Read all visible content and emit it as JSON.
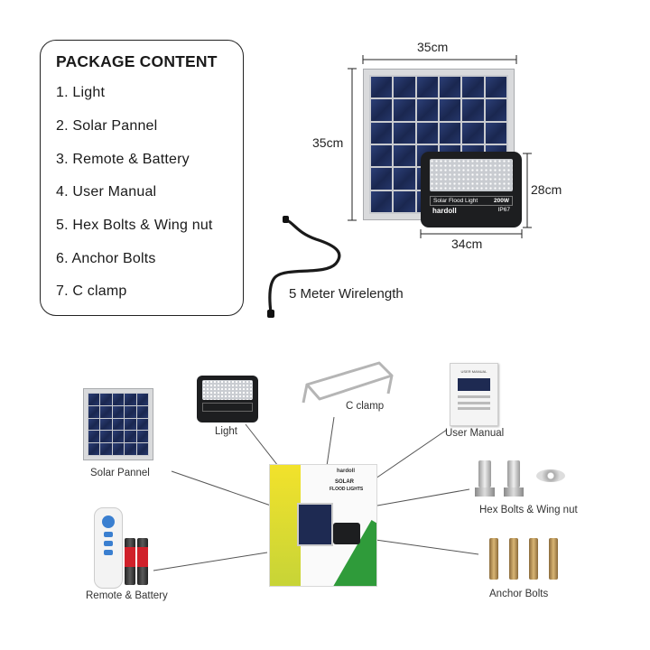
{
  "package": {
    "title": "PACKAGE CONTENT",
    "items": [
      "1. Light",
      "2. Solar Pannel",
      "3. Remote & Battery",
      "4. User Manual",
      "5. Hex Bolts & Wing nut",
      "6. Anchor Bolts",
      "7. C clamp"
    ]
  },
  "dimensions": {
    "panel_width": "35cm",
    "panel_height": "35cm",
    "light_height": "28cm",
    "light_width": "34cm"
  },
  "wire_label": "5 Meter Wirelength",
  "flood_light": {
    "label": "Solar Flood Light",
    "wattage": "200W",
    "brand": "hardoll",
    "rating": "IP67"
  },
  "box_art": {
    "brand": "hardoll",
    "title_line1": "SOLAR",
    "title_line2": "FLOOD LIGHTS"
  },
  "manual_doc_title": "USER MANUAL",
  "captions": {
    "solar_panel": "Solar Pannel",
    "light": "Light",
    "c_clamp": "C clamp",
    "user_manual": "User Manual",
    "hex_bolts": "Hex Bolts & Wing nut",
    "remote_battery": "Remote & Battery",
    "anchor_bolts": "Anchor Bolts"
  },
  "colors": {
    "box_green": "#2f9b3a",
    "box_yellow": "#f2e22b",
    "cell_blue": "#1f2d5e",
    "light_body": "#1d1e20"
  }
}
